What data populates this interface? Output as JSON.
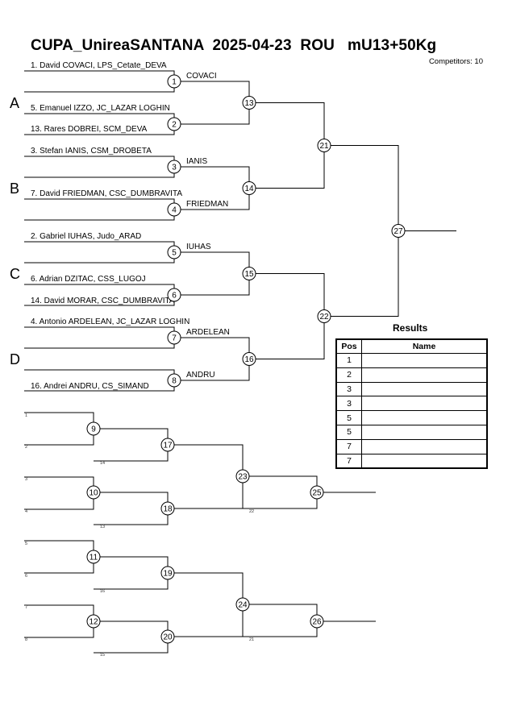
{
  "header": {
    "title": "CUPA_UnireaSANTANA  2025-04-23  ROU   mU13+50Kg",
    "competitors": "Competitors: 10"
  },
  "pools": [
    "A",
    "B",
    "C",
    "D"
  ],
  "main_draw": {
    "competitors": [
      "1. David COVACI, LPS_Cetate_DEVA",
      "5. Emanuel IZZO, JC_LAZAR LOGHIN",
      "13. Rares DOBREI, SCM_DEVA",
      "3. Stefan IANIS, CSM_DROBETA",
      "7. David FRIEDMAN, CSC_DUMBRAVITA",
      "2. Gabriel IUHAS, Judo_ARAD",
      "6. Adrian DZITAC, CSS_LUGOJ",
      "14. David MORAR, CSC_DUMBRAVITA",
      "4. Antonio ARDELEAN, JC_LAZAR LOGHIN",
      "16. Andrei ANDRU, CS_SIMAND"
    ],
    "winners": [
      "COVACI",
      "IANIS",
      "FRIEDMAN",
      "IUHAS",
      "ARDELEAN",
      "ANDRU"
    ],
    "fight_numbers": [
      "1",
      "2",
      "3",
      "4",
      "5",
      "6",
      "7",
      "8",
      "13",
      "14",
      "15",
      "16",
      "21",
      "22",
      "27"
    ]
  },
  "repechage": {
    "fight_numbers": [
      "9",
      "10",
      "11",
      "12",
      "17",
      "18",
      "19",
      "20",
      "23",
      "24",
      "25",
      "26"
    ],
    "slot_labels": [
      "1",
      "2",
      "3",
      "4",
      "5",
      "6",
      "7",
      "8",
      "14",
      "13",
      "16",
      "15",
      "22",
      "21"
    ]
  },
  "results": {
    "title": "Results",
    "headers": [
      "Pos",
      "Name"
    ],
    "rows": [
      {
        "pos": "1",
        "name": ""
      },
      {
        "pos": "2",
        "name": ""
      },
      {
        "pos": "3",
        "name": ""
      },
      {
        "pos": "3",
        "name": ""
      },
      {
        "pos": "5",
        "name": ""
      },
      {
        "pos": "5",
        "name": ""
      },
      {
        "pos": "7",
        "name": ""
      },
      {
        "pos": "7",
        "name": ""
      }
    ]
  }
}
